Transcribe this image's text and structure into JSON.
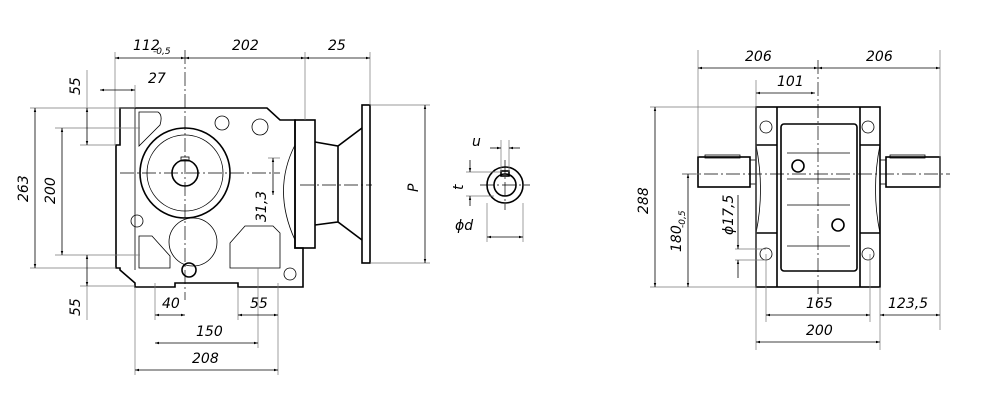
{
  "front_view": {
    "dims": {
      "d112": "112",
      "d112_tol": "-0,5",
      "d202": "202",
      "d25": "25",
      "d27": "27",
      "d55_top": "55",
      "d263": "263",
      "d200": "200",
      "d55_bottom": "55",
      "d31_3": "31,3",
      "d40": "40",
      "d55_base": "55",
      "d150": "150",
      "d208": "208",
      "p": "P"
    }
  },
  "shaft_section": {
    "u": "u",
    "t": "t",
    "d": "ϕd"
  },
  "side_view": {
    "dims": {
      "d206_left": "206",
      "d206_right": "206",
      "d101": "101",
      "d288": "288",
      "d180": "180",
      "d180_tol": "-0,5",
      "d17_5": "ϕ17,5",
      "d165": "165",
      "d123_5": "123,5",
      "d200": "200"
    }
  }
}
